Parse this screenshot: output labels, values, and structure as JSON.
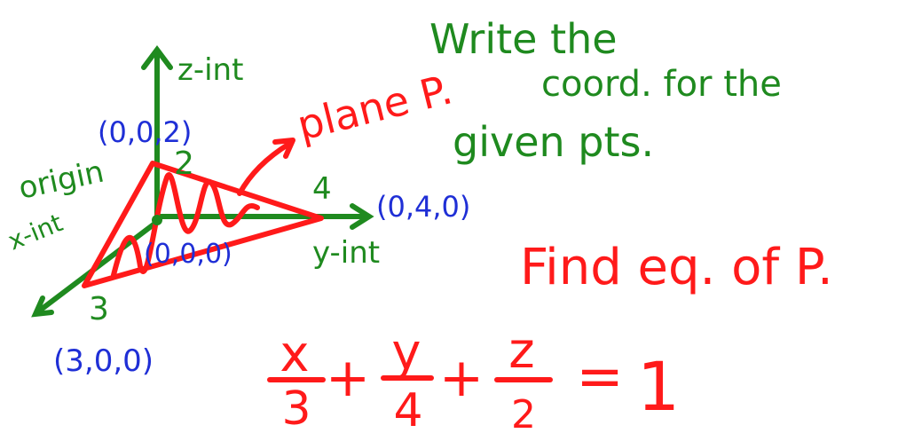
{
  "colors": {
    "green": "#1f8a1f",
    "blue": "#1f2fd6",
    "red": "#ff1a1a",
    "background": "#ffffff"
  },
  "axes": {
    "z_label": "z-int",
    "y_label": "y-int",
    "x_label": "x-int",
    "origin_label": "origin"
  },
  "intercepts": {
    "z_value": "2",
    "y_value": "4",
    "x_value": "3"
  },
  "points": {
    "z_point": "(0,0,2)",
    "y_point": "(0,4,0)",
    "x_point": "(3,0,0)",
    "origin_point": "(0,0,0)"
  },
  "plane_label": "plane P.",
  "instructions": {
    "line1": "Write the",
    "line2": "coord. for the",
    "line3": "given pts."
  },
  "task": "Find eq. of P.",
  "equation": {
    "x_num": "x",
    "x_den": "3",
    "y_num": "y",
    "y_den": "4",
    "z_num": "z",
    "z_den": "2",
    "plus": "+",
    "equals": "=",
    "rhs": "1"
  }
}
